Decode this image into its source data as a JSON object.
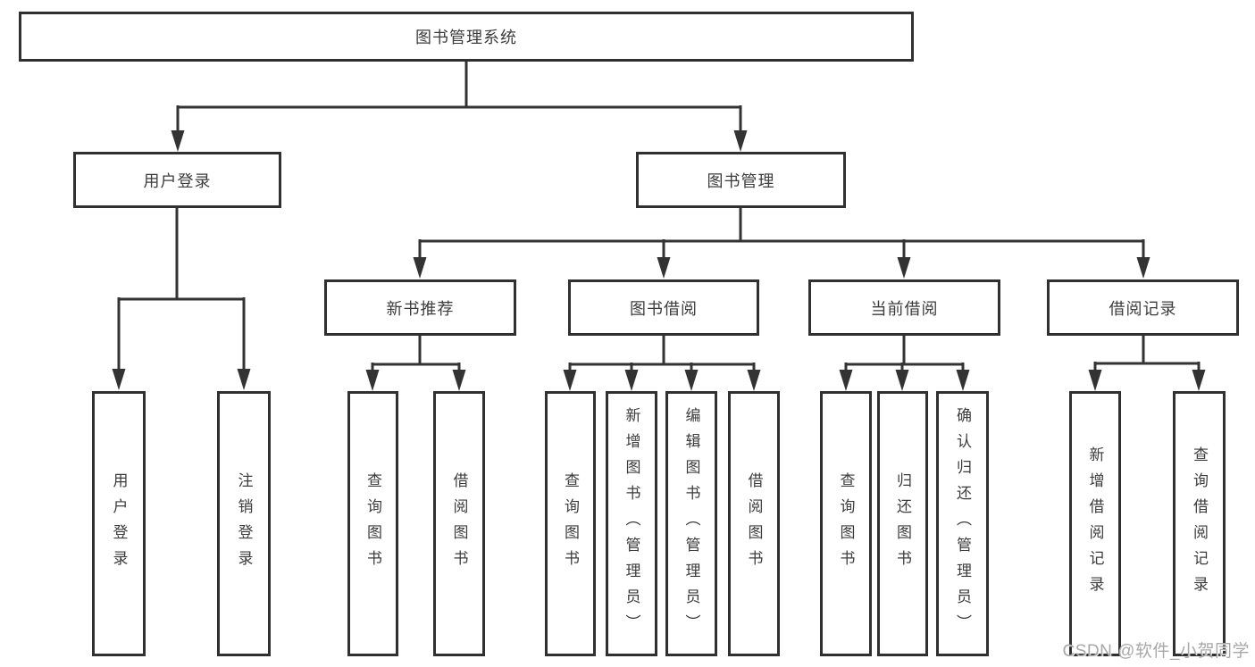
{
  "tree": {
    "label": "图书管理系统",
    "children": [
      {
        "label": "用户登录",
        "children": [
          {
            "label": "用户登录"
          },
          {
            "label": "注销登录"
          }
        ]
      },
      {
        "label": "图书管理",
        "children": [
          {
            "label": "新书推荐",
            "children": [
              {
                "label": "查询图书"
              },
              {
                "label": "借阅图书"
              }
            ]
          },
          {
            "label": "图书借阅",
            "children": [
              {
                "label": "查询图书"
              },
              {
                "label": "新增图书（管理员）"
              },
              {
                "label": "编辑图书（管理员）"
              },
              {
                "label": "借阅图书"
              }
            ]
          },
          {
            "label": "当前借阅",
            "children": [
              {
                "label": "查询图书"
              },
              {
                "label": "归还图书"
              },
              {
                "label": "确认归还（管理员）"
              }
            ]
          },
          {
            "label": "借阅记录",
            "children": [
              {
                "label": "新增借阅记录"
              },
              {
                "label": "查询借阅记录"
              }
            ]
          }
        ]
      }
    ]
  },
  "watermark": {
    "text": "CSDN @软件_小贺同学"
  },
  "colors": {
    "line": "#333333",
    "box_border": "#303030",
    "text": "#3c3c3c",
    "background": "#ffffff",
    "watermark": "#a8a8a8"
  }
}
